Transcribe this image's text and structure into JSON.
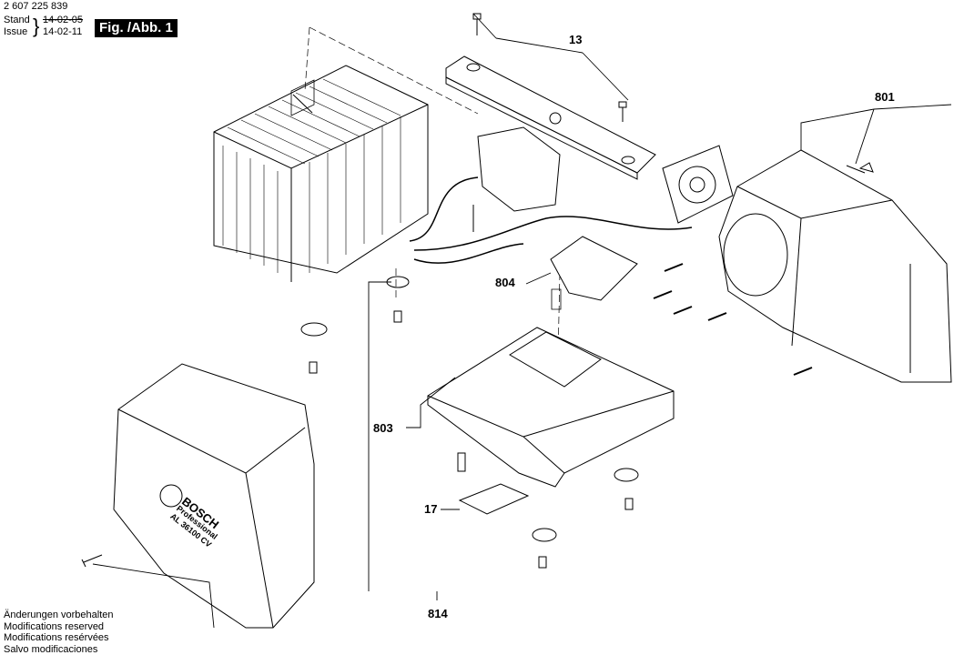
{
  "header": {
    "part_number": "2 607 225 839",
    "stand_label": "Stand",
    "stand_date": "14-02-05",
    "issue_label": "Issue",
    "issue_date": "14-02-11",
    "figure_label": "Fig. /Abb. 1"
  },
  "callouts": {
    "c13": "13",
    "c801": "801",
    "c804": "804",
    "c803": "803",
    "c17": "17",
    "c814": "814"
  },
  "housing_logo": {
    "brand": "BOSCH",
    "line": "Professional",
    "model": "AL 36100 CV"
  },
  "footer": [
    "Änderungen vorbehalten",
    "Modifications reserved",
    "Modifications resérvées",
    "Salvo modificaciones"
  ]
}
